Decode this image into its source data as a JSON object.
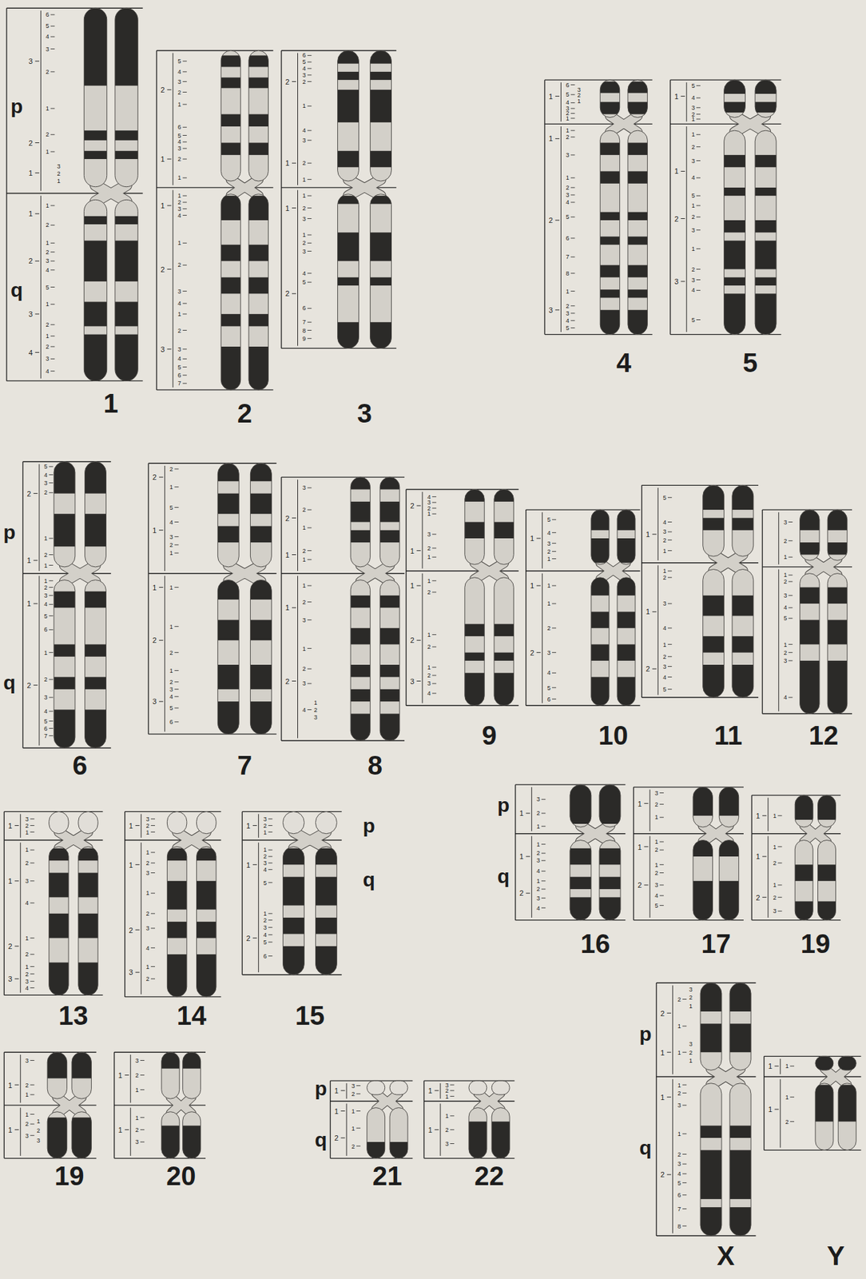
{
  "diagram": {
    "labels": [
      "3",
      "6",
      "5",
      "4",
      "3",
      "2",
      "1",
      "2",
      "2",
      "1",
      "1",
      "3",
      "2",
      "1",
      "1",
      "1",
      "2",
      "2",
      "1",
      "2",
      "3",
      "4",
      "5",
      "3",
      "1",
      "2",
      "4",
      "1",
      "2",
      "3",
      "4",
      "1",
      "p",
      "q",
      "2",
      "5",
      "4",
      "3",
      "2",
      "1",
      "1",
      "6",
      "5",
      "4",
      "3",
      "2",
      "1",
      "1",
      "1",
      "2",
      "3",
      "4",
      "2",
      "1",
      "2",
      "3",
      "4",
      "3",
      "1",
      "2",
      "3",
      "4",
      "5",
      "6",
      "7",
      "2",
      "2",
      "6",
      "5",
      "4",
      "3",
      "2",
      "1",
      "1",
      "4",
      "3",
      "2",
      "1",
      "1",
      "1",
      "2",
      "3",
      "2",
      "1",
      "2",
      "3",
      "4",
      "5",
      "6",
      "7",
      "8",
      "9",
      "3",
      "1",
      "6",
      "5",
      "3",
      "2",
      "1",
      "4",
      "3",
      "2",
      "1",
      "1",
      "1",
      "2",
      "3",
      "2",
      "1",
      "2",
      "3",
      "4",
      "5",
      "6",
      "7",
      "8",
      "3",
      "1",
      "2",
      "3",
      "4",
      "5",
      "4",
      "1",
      "5",
      "4",
      "3",
      "2",
      "1",
      "1",
      "1",
      "2",
      "3",
      "4",
      "5",
      "2",
      "1",
      "2",
      "3",
      "3",
      "1",
      "2",
      "3",
      "4",
      "5",
      "5",
      "2",
      "5",
      "4",
      "3",
      "2",
      "1",
      "1",
      "2",
      "1",
      "1",
      "1",
      "2",
      "3",
      "4",
      "5",
      "6",
      "2",
      "1",
      "2",
      "3",
      "4",
      "5",
      "6",
      "7",
      "6",
      "p",
      "q",
      "2",
      "2",
      "1",
      "1",
      "5",
      "4",
      "3",
      "2",
      "1",
      "1",
      "1",
      "2",
      "1",
      "2",
      "3",
      "1",
      "2",
      "3",
      "4",
      "5",
      "6",
      "7",
      "2",
      "3",
      "2",
      "1",
      "1",
      "2",
      "1",
      "1",
      "1",
      "2",
      "3",
      "2",
      "1",
      "2",
      "3",
      "4",
      "1",
      "2",
      "3",
      "8",
      "2",
      "4",
      "3",
      "2",
      "1",
      "1",
      "3",
      "2",
      "1",
      "1",
      "1",
      "2",
      "2",
      "1",
      "2",
      "3",
      "1",
      "2",
      "3",
      "4",
      "9",
      "1",
      "5",
      "4",
      "3",
      "2",
      "1",
      "1",
      "1",
      "2",
      "1",
      "2",
      "3",
      "4",
      "5",
      "6",
      "10",
      "1",
      "5",
      "4",
      "3",
      "2",
      "1",
      "1",
      "1",
      "2",
      "3",
      "4",
      "2",
      "1",
      "2",
      "3",
      "4",
      "5",
      "11",
      "3",
      "2",
      "1",
      "1",
      "2",
      "3",
      "4",
      "5",
      "1",
      "2",
      "3",
      "4",
      "12",
      "1",
      "3",
      "2",
      "1",
      "1",
      "1",
      "2",
      "3",
      "4",
      "2",
      "1",
      "2",
      "3",
      "1",
      "2",
      "3",
      "4",
      "13",
      "1",
      "3",
      "2",
      "1",
      "1",
      "1",
      "2",
      "3",
      "2",
      "1",
      "2",
      "3",
      "4",
      "3",
      "1",
      "2",
      "14",
      "1",
      "3",
      "2",
      "1",
      "1",
      "1",
      "2",
      "3",
      "4",
      "5",
      "2",
      "1",
      "2",
      "3",
      "4",
      "5",
      "6",
      "15",
      "p",
      "q",
      "1",
      "3",
      "2",
      "1",
      "1",
      "1",
      "2",
      "3",
      "4",
      "2",
      "1",
      "2",
      "3",
      "4",
      "16",
      "p",
      "q",
      "1",
      "3",
      "2",
      "1",
      "1",
      "1",
      "2",
      "2",
      "1",
      "2",
      "3",
      "4",
      "5",
      "17",
      "1",
      "1",
      "1",
      "1",
      "2",
      "2",
      "1",
      "2",
      "3",
      "19",
      "1",
      "3",
      "2",
      "1",
      "1",
      "1",
      "2",
      "3",
      "1",
      "2",
      "3",
      "19",
      "1",
      "3",
      "2",
      "1",
      "1",
      "1",
      "2",
      "3",
      "20",
      "1",
      "3",
      "2",
      "1",
      "1",
      "2",
      "1",
      "2",
      "21",
      "p",
      "q",
      "1",
      "3",
      "2",
      "1",
      "1",
      "1",
      "2",
      "3",
      "22",
      "2",
      "2",
      "3",
      "2",
      "1",
      "1",
      "1",
      "1",
      "3",
      "2",
      "1",
      "1",
      "1",
      "2",
      "3",
      "2",
      "1",
      "2",
      "3",
      "4",
      "5",
      "6",
      "7",
      "8",
      "X",
      "p",
      "q",
      "1",
      "1",
      "1",
      "1",
      "2",
      "Y"
    ]
  }
}
